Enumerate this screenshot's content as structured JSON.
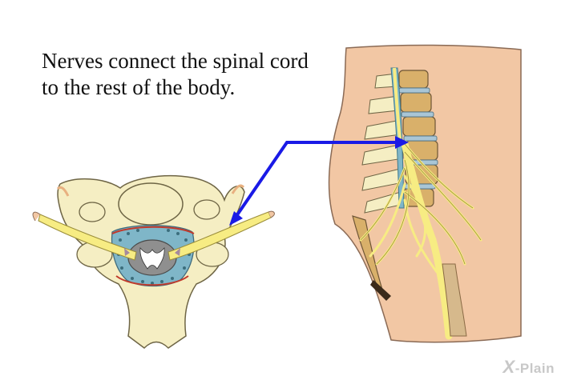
{
  "caption": "Nerves connect the spinal cord to the rest of the body.",
  "brand": {
    "x": "X",
    "name": "-Plain"
  },
  "colors": {
    "bone": "#f5eec3",
    "bone_outline": "#6e6545",
    "nerve": "#f7ec83",
    "skin": "#f2c7a4",
    "disc": "#a9c6d6",
    "arrow": "#1a1ae6",
    "spinal_fluid": "#7fb6c8",
    "blood_vessel": "#c0392b"
  },
  "icons": {
    "cross_section": "vertebra-cross-section-icon",
    "torso": "torso-side-view-icon",
    "arrow": "pointer-arrow-icon"
  }
}
